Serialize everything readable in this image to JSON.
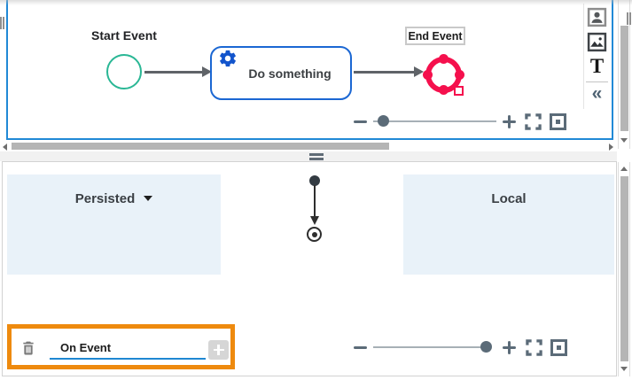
{
  "colors": {
    "panel_border_blue": "#2189d6",
    "task_blue": "#1b67d3",
    "gear_blue": "#1254cc",
    "start_green": "#2ab795",
    "end_red": "#f5104d",
    "highlight_orange": "#ee8a0e",
    "container_fill": "#e9f2f9",
    "control_slate": "#5b6b78",
    "underline_blue": "#1f87d2",
    "scroll_thumb": "#b5b5b5"
  },
  "top_panel": {
    "start_event_label": "Start Event",
    "task_label": "Do something",
    "end_event_label": "End Event",
    "toolbar": {
      "text_tool_glyph": "T",
      "collapse_glyph": "«"
    }
  },
  "bottom_panel": {
    "persisted_label": "Persisted",
    "local_label": "Local",
    "on_event_input": {
      "value": "On Event"
    }
  }
}
